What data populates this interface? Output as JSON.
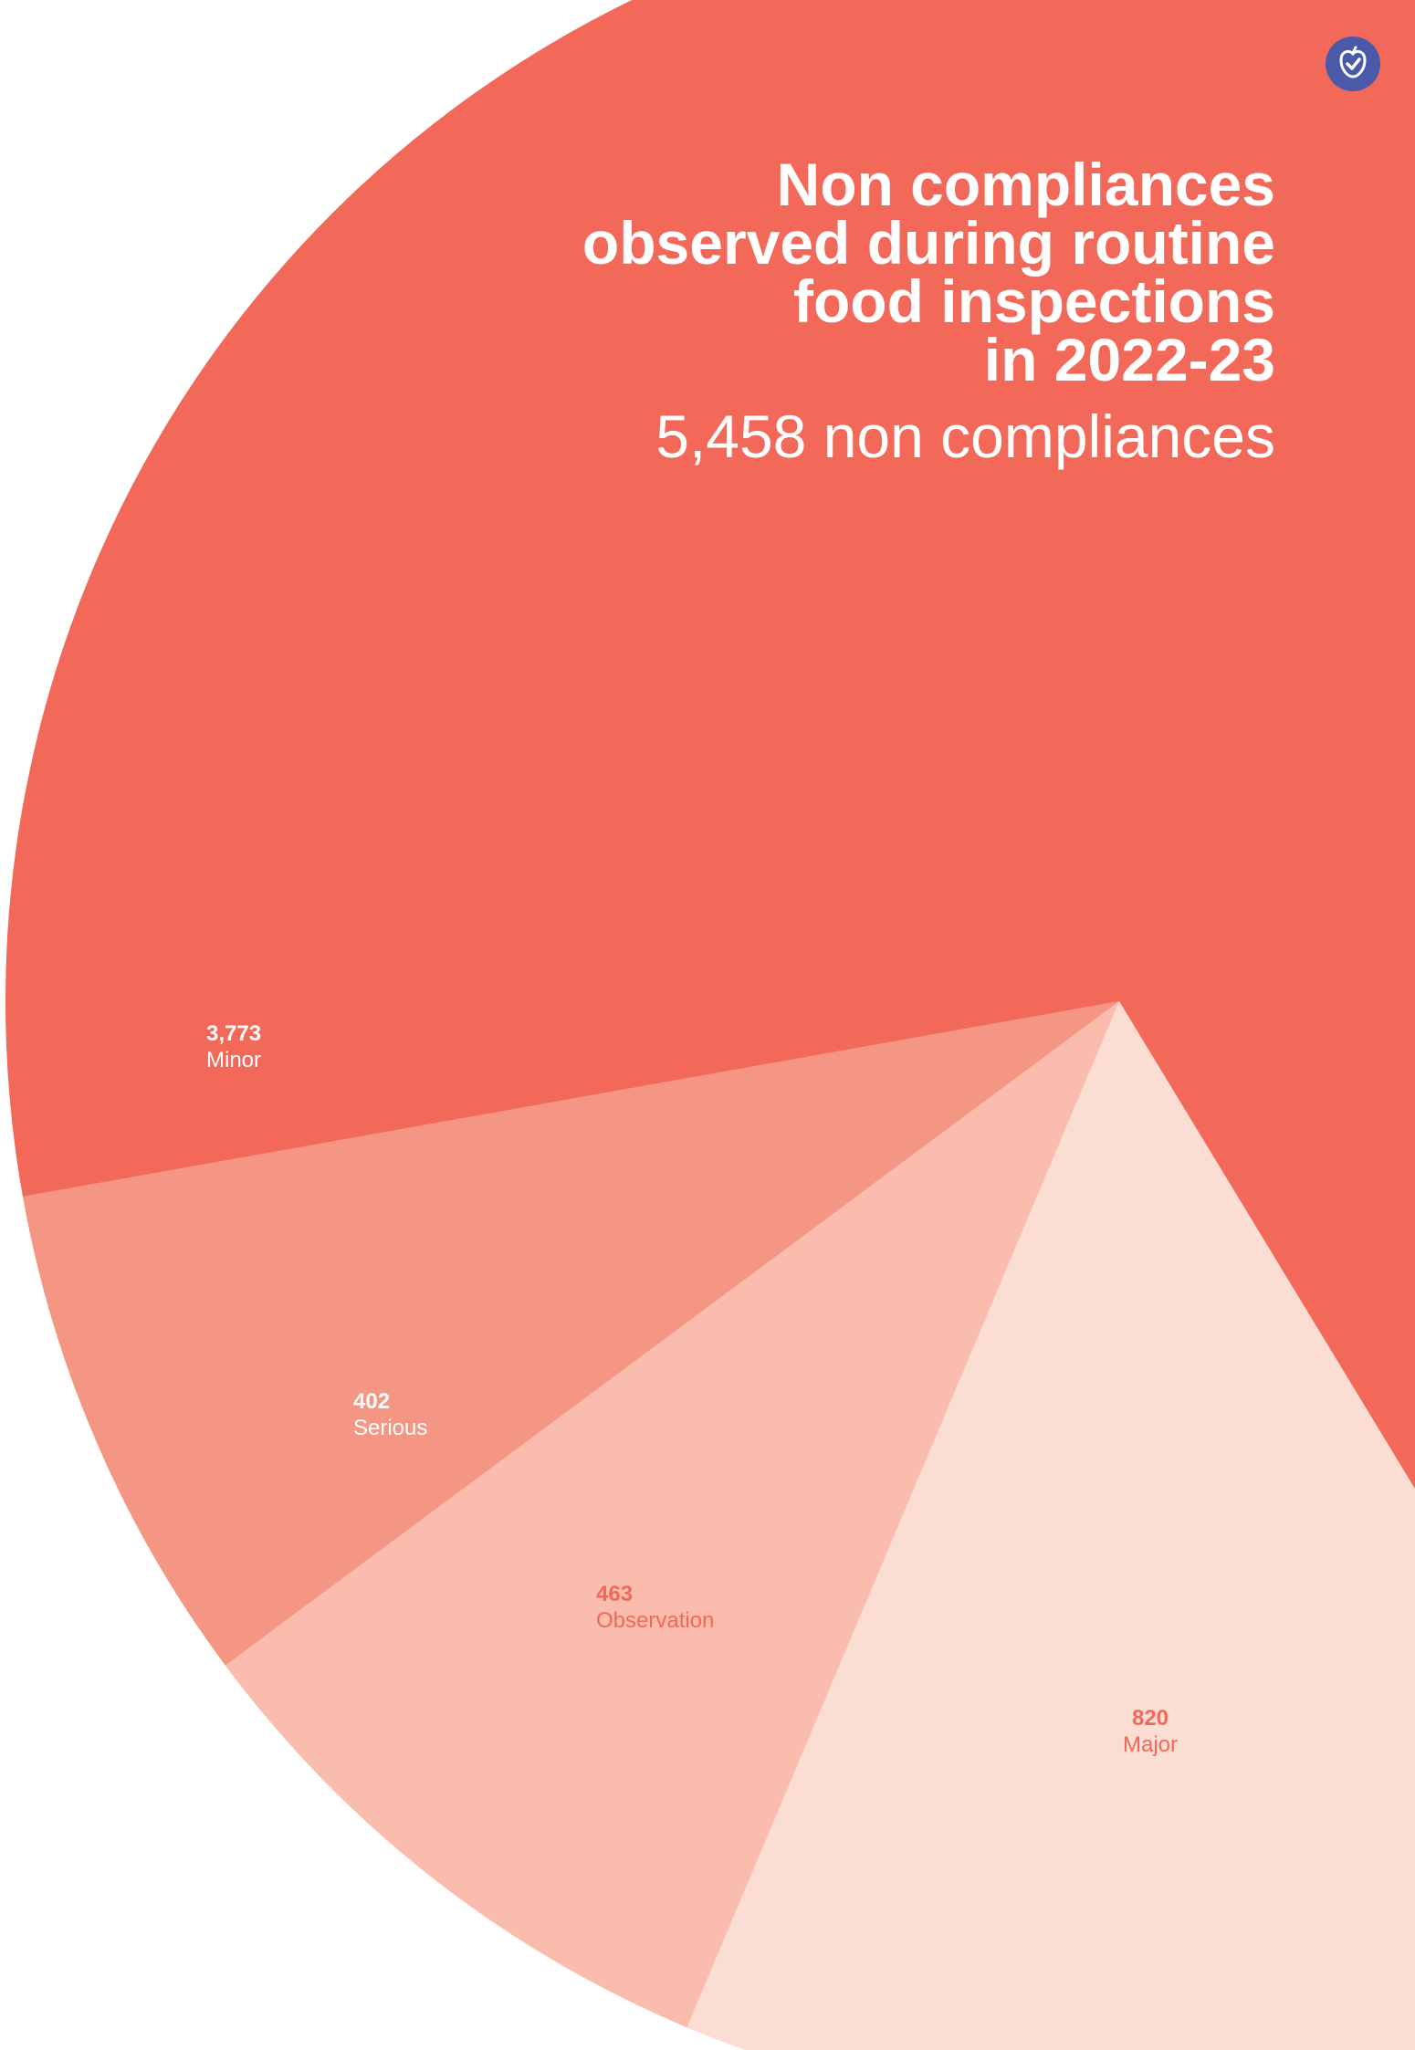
{
  "title": "Non compliances\nobserved during routine\nfood inspections\nin 2022-23",
  "subtitle": "5,458 non compliances",
  "badge_icon": "apple-check-icon",
  "colors": {
    "minor": "#f2695a",
    "serious": "#f59583",
    "observation": "#f9bcad",
    "major": "#fbddd3",
    "badge": "#4a59a8",
    "dark_label": "#f2695a",
    "light_label": "#ffffff"
  },
  "chart_data": {
    "type": "pie",
    "title": "Non compliances observed during routine food inspections in 2022-23",
    "subtitle": "5,458 non compliances",
    "total": 5458,
    "slices": [
      {
        "name": "Minor",
        "value": 3773,
        "value_label": "3,773"
      },
      {
        "name": "Serious",
        "value": 402,
        "value_label": "402"
      },
      {
        "name": "Observation",
        "value": 463,
        "value_label": "463"
      },
      {
        "name": "Major",
        "value": 820,
        "value_label": "820"
      }
    ]
  }
}
